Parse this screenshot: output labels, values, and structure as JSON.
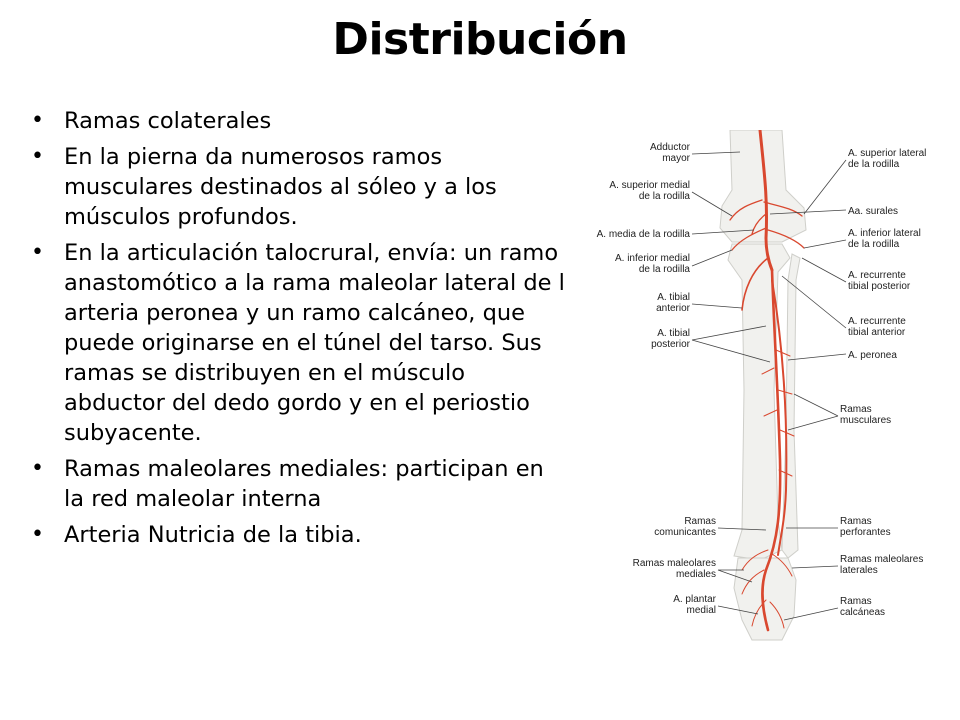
{
  "title": "Distribución",
  "bullets": [
    "Ramas colaterales",
    "En la pierna da numerosos ramos musculares destinados al sóleo y a los músculos profundos.",
    "En la articulación talocrural, envía: un ramo anastomótico a la rama maleolar lateral de l arteria peronea y un ramo calcáneo, que puede originarse en el túnel del tarso. Sus ramas se distribuyen en el músculo abductor del dedo gordo y en el periostio subyacente.",
    "Ramas maleolares mediales: participan en la red maleolar interna",
    "Arteria Nutricia de la tibia."
  ],
  "bullet_symbol": "•",
  "figure": {
    "left_labels": [
      [
        "Adductor",
        "mayor"
      ],
      [
        "A. superior medial",
        "de la rodilla"
      ],
      [
        "A. media de la rodilla"
      ],
      [
        "A. inferior medial",
        "de la rodilla"
      ],
      [
        "A. tibial",
        "anterior"
      ],
      [
        "A. tibial",
        "posterior"
      ],
      [
        "Ramas",
        "comunicantes"
      ],
      [
        "Ramas maleolares",
        "mediales"
      ],
      [
        "A. plantar",
        "medial"
      ]
    ],
    "right_labels": [
      [
        "A. superior lateral",
        "de la rodilla"
      ],
      [
        "Aa. surales"
      ],
      [
        "A. inferior lateral",
        "de la rodilla"
      ],
      [
        "A. recurrente",
        "tibial posterior"
      ],
      [
        "A. recurrente",
        "tibial anterior"
      ],
      [
        "A. peronea"
      ],
      [
        "Ramas",
        "musculares"
      ],
      [
        "Ramas",
        "perforantes"
      ],
      [
        "Ramas maleolares",
        "laterales"
      ],
      [
        "Ramas",
        "calcáneas"
      ]
    ]
  },
  "colors": {
    "artery": "#d9482f",
    "bone": "#f1f1ee",
    "text": "#000000"
  }
}
